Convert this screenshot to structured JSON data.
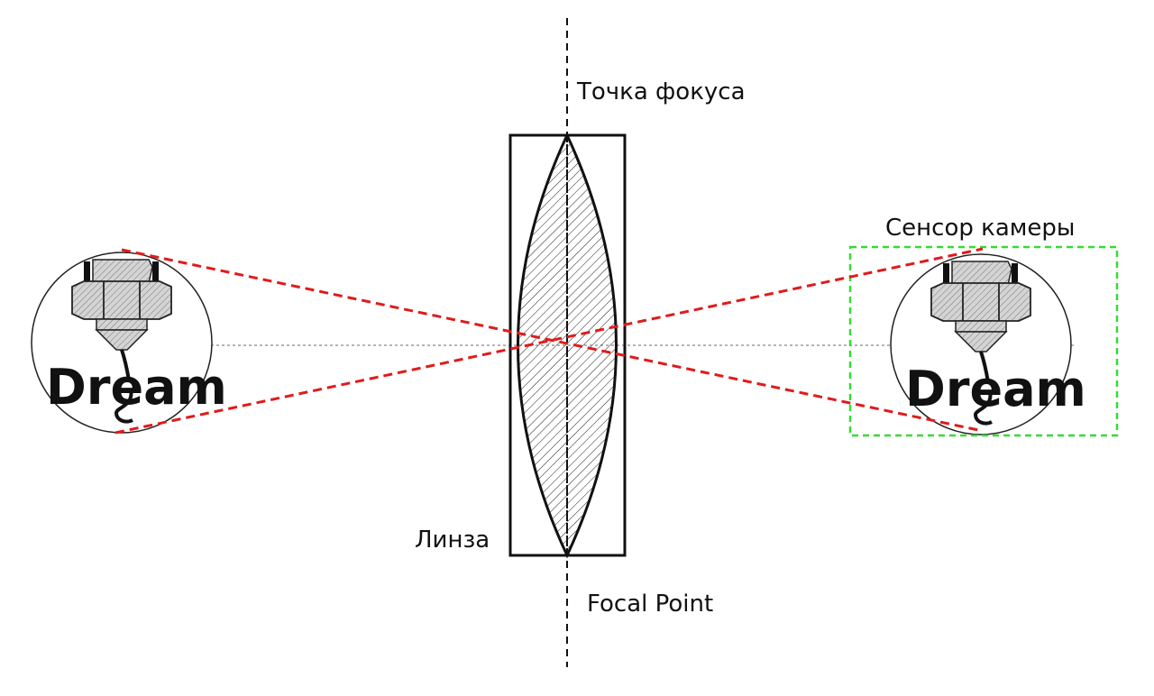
{
  "labels": {
    "focal_point_ru": "Точка фокуса",
    "focal_point_en": "Focal Point",
    "lens": "Линза",
    "camera_sensor": "Сенсор камеры"
  },
  "logo": {
    "text": "Dream"
  },
  "colors": {
    "rays": "#e01b1b",
    "sensor_box": "#33dd33",
    "outline": "#111111",
    "axis": "#888888"
  },
  "icons": [
    "nozzle-icon",
    "lens-icon"
  ]
}
